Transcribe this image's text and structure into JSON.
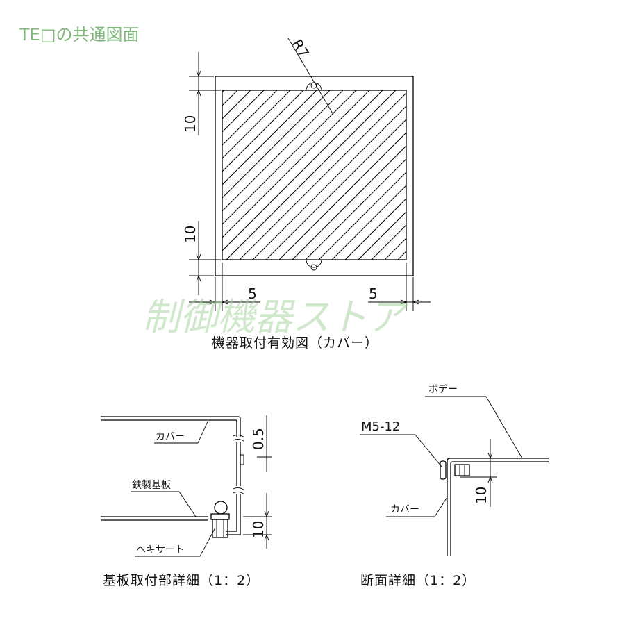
{
  "header": {
    "title": "TE□の共通図面"
  },
  "watermark": {
    "text": "制御機器ストア"
  },
  "top_view": {
    "radius_label": "R7",
    "dim_top_left": "10",
    "dim_bottom_left": "10",
    "dim_bottom_left_side": "5",
    "dim_bottom_right_side": "5",
    "caption": "機器取付有効図（カバー）"
  },
  "detail_left": {
    "label_cover": "カバー",
    "label_plate": "鉄製基板",
    "label_hexert": "ヘキサート",
    "dim_gap": "0.5",
    "dim_plate": "10",
    "caption": "基板取付部詳細（1：2）"
  },
  "detail_right": {
    "label_body": "ボデー",
    "label_screw": "M5-12",
    "label_cover": "カバー",
    "dim_offset": "10",
    "caption": "断面詳細（1：2）"
  },
  "colors": {
    "header": "#7fb87a",
    "watermark": "#a8d4a0",
    "line": "#000000"
  }
}
